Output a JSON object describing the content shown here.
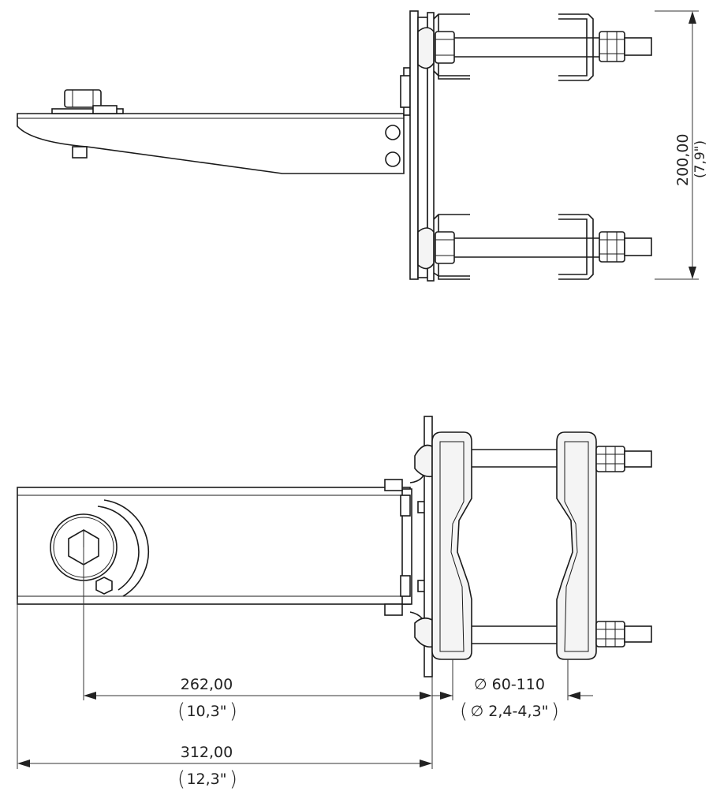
{
  "dimensions": {
    "height": {
      "value": "200,00",
      "inch": "7,9\""
    },
    "offset": {
      "value": "262,00",
      "inch": "10,3\""
    },
    "diameter": {
      "symbol": "∅",
      "value": "60-110",
      "inch": "2,4-4,3\""
    },
    "length": {
      "value": "312,00",
      "inch": "12,3\""
    }
  }
}
